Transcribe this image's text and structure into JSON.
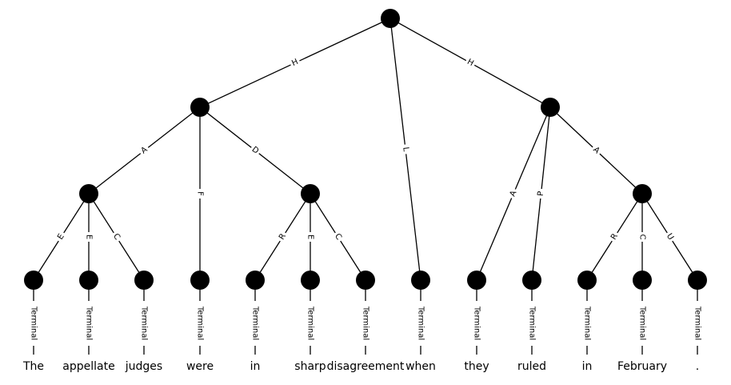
{
  "nodes": [
    {
      "id": "root"
    },
    {
      "id": "n1"
    },
    {
      "id": "n2"
    },
    {
      "id": "n3"
    },
    {
      "id": "n4"
    },
    {
      "id": "n5"
    }
  ],
  "edges": [
    {
      "from": "root",
      "to": "n1",
      "label": "H"
    },
    {
      "from": "root",
      "to": "t7",
      "label": "L"
    },
    {
      "from": "root",
      "to": "n2",
      "label": "H"
    },
    {
      "from": "n1",
      "to": "n3",
      "label": "A"
    },
    {
      "from": "n1",
      "to": "t3",
      "label": "F"
    },
    {
      "from": "n1",
      "to": "n4",
      "label": "D"
    },
    {
      "from": "n3",
      "to": "t0",
      "label": "E"
    },
    {
      "from": "n3",
      "to": "t1",
      "label": "E"
    },
    {
      "from": "n3",
      "to": "t2",
      "label": "C"
    },
    {
      "from": "n4",
      "to": "t4",
      "label": "R"
    },
    {
      "from": "n4",
      "to": "t5",
      "label": "E"
    },
    {
      "from": "n4",
      "to": "t6",
      "label": "C"
    },
    {
      "from": "n2",
      "to": "t8",
      "label": "A"
    },
    {
      "from": "n2",
      "to": "t9",
      "label": "P"
    },
    {
      "from": "n2",
      "to": "n5",
      "label": "A"
    },
    {
      "from": "n5",
      "to": "t10",
      "label": "R"
    },
    {
      "from": "n5",
      "to": "t11",
      "label": "C"
    },
    {
      "from": "n5",
      "to": "t12",
      "label": "U"
    }
  ],
  "terminal_label": "Terminal",
  "terminals": [
    {
      "id": "t0",
      "word": "The"
    },
    {
      "id": "t1",
      "word": "appellate"
    },
    {
      "id": "t2",
      "word": "judges"
    },
    {
      "id": "t3",
      "word": "were"
    },
    {
      "id": "t4",
      "word": "in"
    },
    {
      "id": "t5",
      "word": "sharp"
    },
    {
      "id": "t6",
      "word": "disagreement"
    },
    {
      "id": "t7",
      "word": "when"
    },
    {
      "id": "t8",
      "word": "they"
    },
    {
      "id": "t9",
      "word": "ruled"
    },
    {
      "id": "t10",
      "word": "in"
    },
    {
      "id": "t11",
      "word": "February"
    },
    {
      "id": "t12",
      "word": "."
    }
  ]
}
